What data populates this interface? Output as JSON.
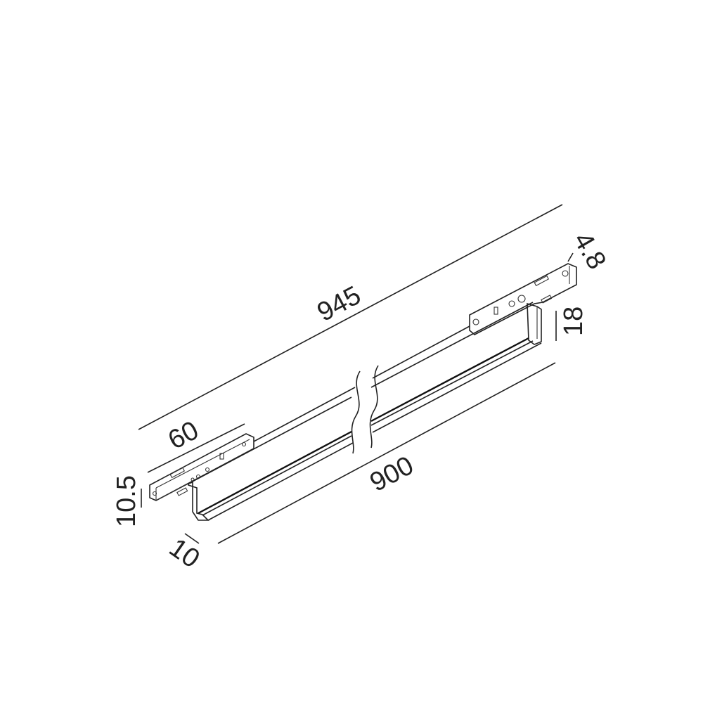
{
  "drawing": {
    "title": "Linear track light dimension drawing",
    "dimensions": {
      "overall_length": "945",
      "light_length": "900",
      "adapter_length": "60",
      "adapter_height": "10.5",
      "profile_width": "10",
      "profile_height": "18",
      "adapter_width": "4.8"
    },
    "colors": {
      "line": "#222222",
      "background": "#ffffff"
    }
  }
}
